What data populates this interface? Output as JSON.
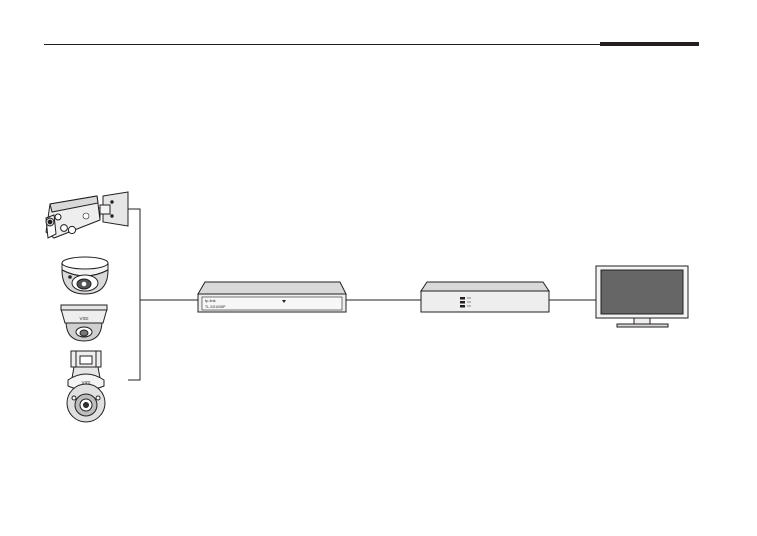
{
  "diagram": {
    "header_rule": {
      "present": true
    },
    "devices": {
      "cameras": [
        {
          "kind": "bullet-camera",
          "brand": ""
        },
        {
          "kind": "turret-camera",
          "brand": ""
        },
        {
          "kind": "dome-camera",
          "brand": "VIGI"
        },
        {
          "kind": "ptz-camera",
          "brand": "VIGI"
        }
      ],
      "poe_switch": {
        "brand": "tp-link",
        "model": "TL-SG1008P"
      },
      "nvr": {
        "brand": "",
        "model": ""
      },
      "monitor": {
        "kind": "monitor"
      }
    },
    "connections": [
      {
        "from": "cameras",
        "to": "poe_switch"
      },
      {
        "from": "poe_switch",
        "to": "nvr"
      },
      {
        "from": "nvr",
        "to": "monitor"
      }
    ],
    "colors": {
      "stroke": "#231f20",
      "device_fill": "#e6e6e6",
      "device_face": "#f4f4f4",
      "screen": "#666666",
      "accent_bar": "#231f20"
    }
  },
  "footer": {
    "mark": ""
  }
}
